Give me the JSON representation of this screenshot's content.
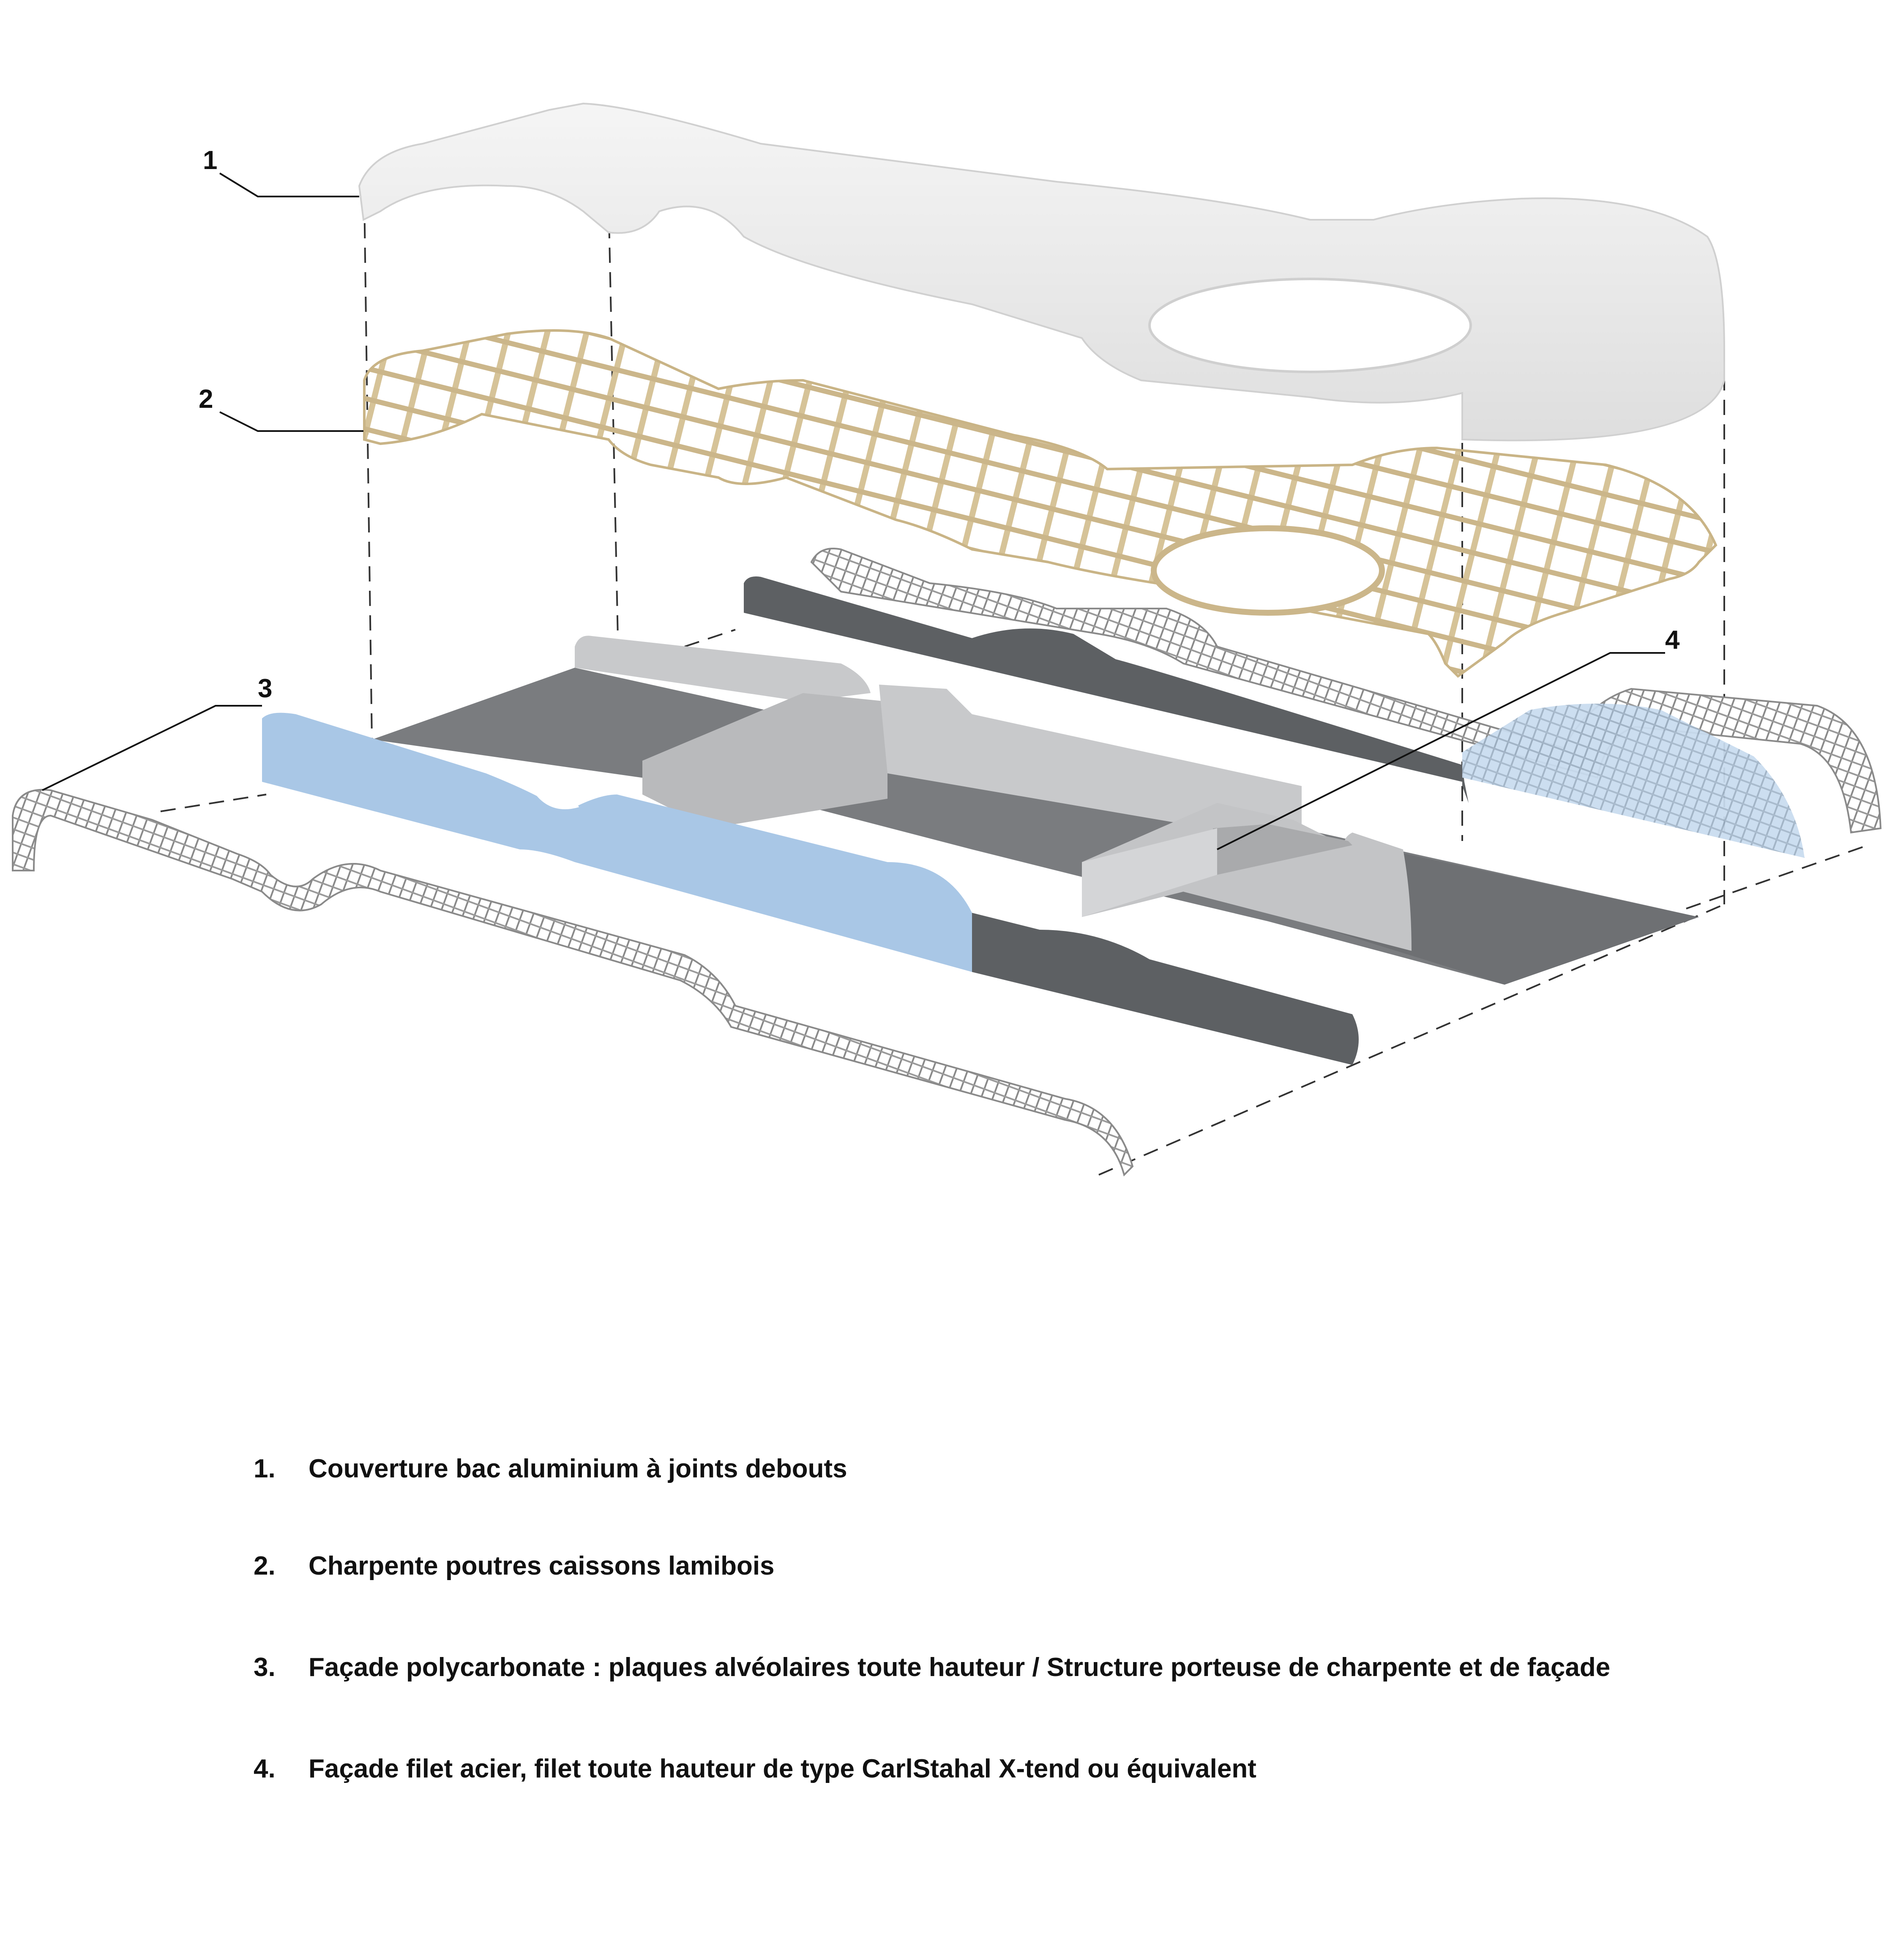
{
  "callouts": [
    {
      "number": "1"
    },
    {
      "number": "2"
    },
    {
      "number": "3"
    },
    {
      "number": "4"
    }
  ],
  "legend": [
    {
      "number": "1.",
      "text": "Couverture bac aluminium à joints debouts"
    },
    {
      "number": "2.",
      "text": "Charpente poutres caissons lamibois"
    },
    {
      "number": "3.",
      "text": "Façade polycarbonate : plaques alvéolaires toute hauteur / Structure porteuse de charpente et de façade"
    },
    {
      "number": "4.",
      "text": "Façade filet acier, filet toute hauteur de type CarlStahal X-tend ou équivalent"
    }
  ],
  "colors": {
    "roof": "#ececec",
    "timber": "#d9c8a0",
    "polycarbonate": "#a9c7e6",
    "dark_floor": "#5d6063",
    "mid_floor": "#7a7c7f",
    "partition": "#c8c9cb",
    "steel_net": "#8a8a8a"
  }
}
